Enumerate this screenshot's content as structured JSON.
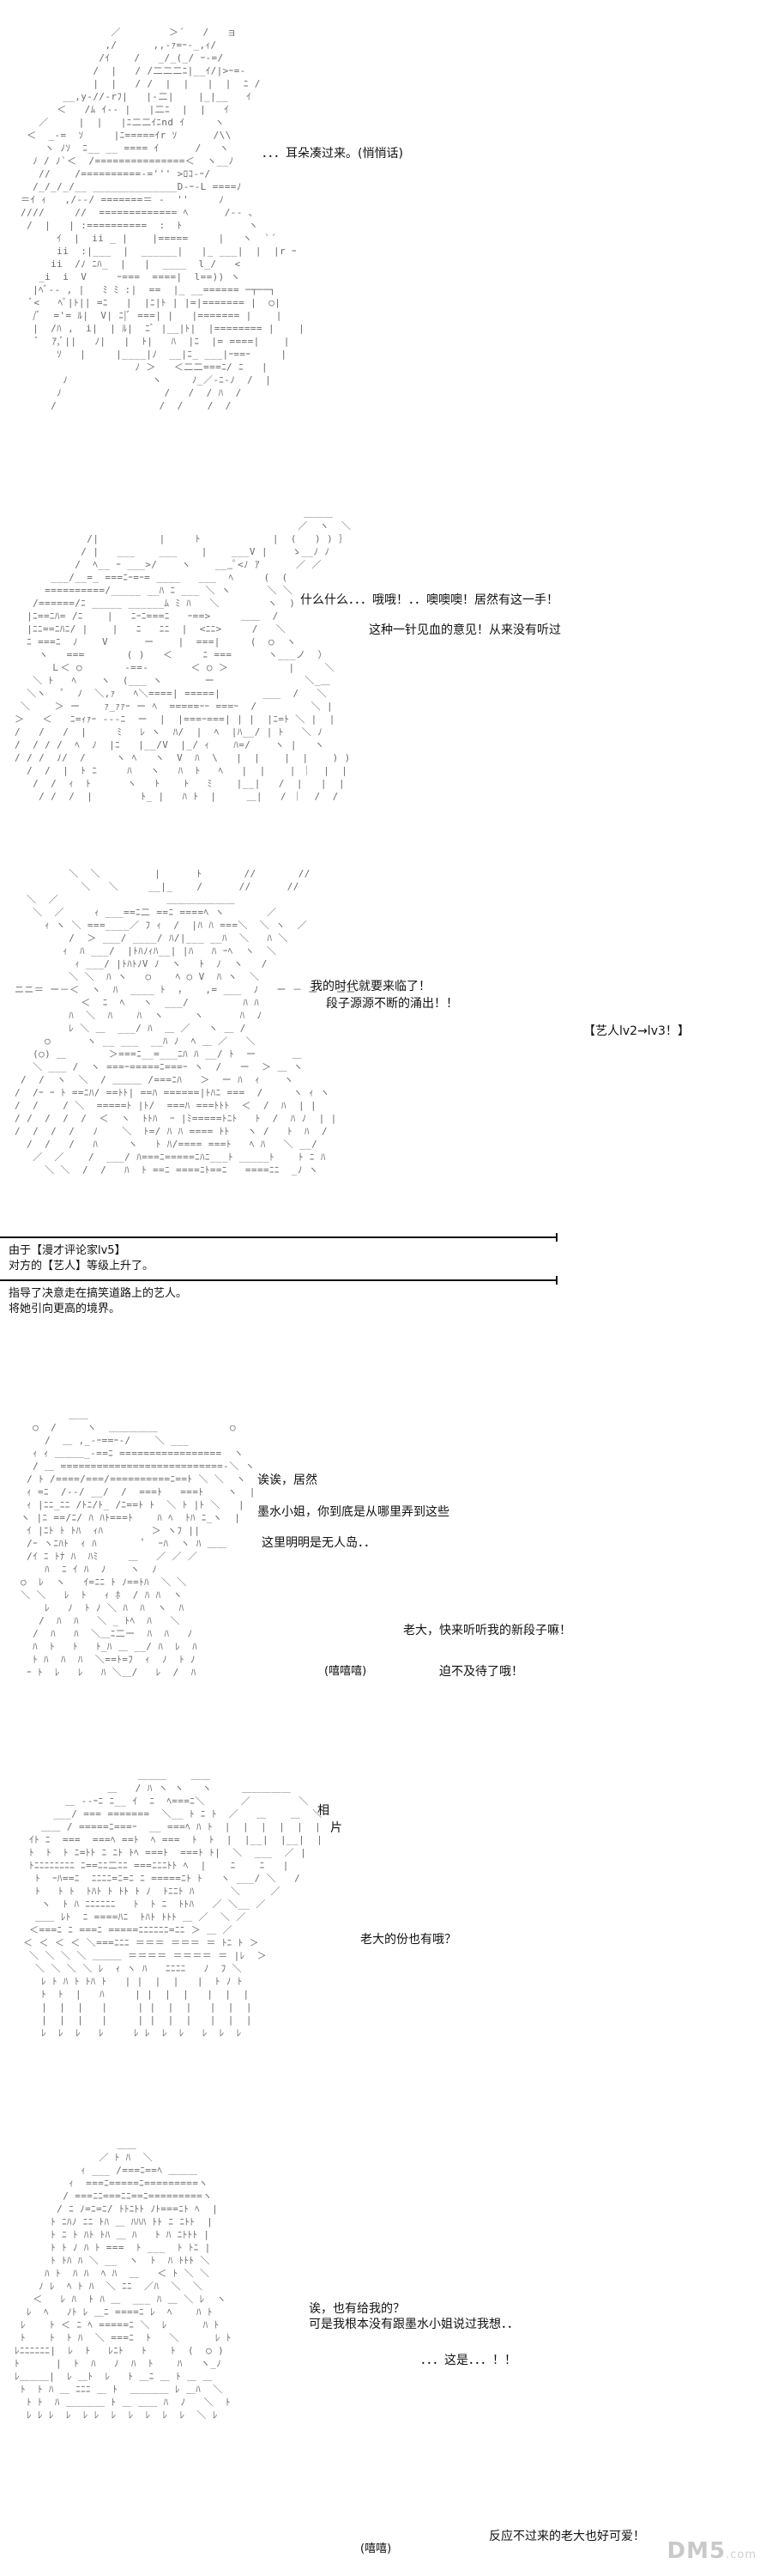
{
  "panels": [
    {
      "id": "p1",
      "lines": [
        "．．．耳朵凑过来。(悄悄话)"
      ]
    },
    {
      "id": "p2",
      "lines": [
        "什么什么．．．哦哦！．．噢噢噢！居然有这一手！",
        "这种一针见血的意见！从来没有听过"
      ]
    },
    {
      "id": "p3",
      "lines": [
        "我的时代就要来临了！",
        "段子源源不断的涌出！！",
        "【艺人lv2→lv3！】"
      ]
    },
    {
      "id": "p4",
      "lines": [
        "由于【漫才评论家lv5】",
        "对方的【艺人】等级上升了。",
        "指导了决意走在搞笑道路上的艺人。",
        "将她引向更高的境界。"
      ]
    },
    {
      "id": "p5",
      "lines": [
        "诶诶，居然",
        "墨水小姐，你到底是从哪里弄到这些",
        "这里明明是无人岛．．",
        "老大，快来听听我的新段子嘛！",
        "(嘻嘻嘻)",
        "迫不及待了哦！"
      ]
    },
    {
      "id": "p6",
      "lines": [
        "相",
        "片",
        "老大的份也有哦？"
      ]
    },
    {
      "id": "p7",
      "lines": [
        "诶，也有给我的？",
        "可是我根本没有跟墨水小姐说过我想．．",
        "．．．这是．．．！！",
        "(嘻嘻)",
        "反应不过来的老大也好可爱！"
      ]
    }
  ],
  "watermark": {
    "brand": "DM5",
    "sub": ".com"
  }
}
